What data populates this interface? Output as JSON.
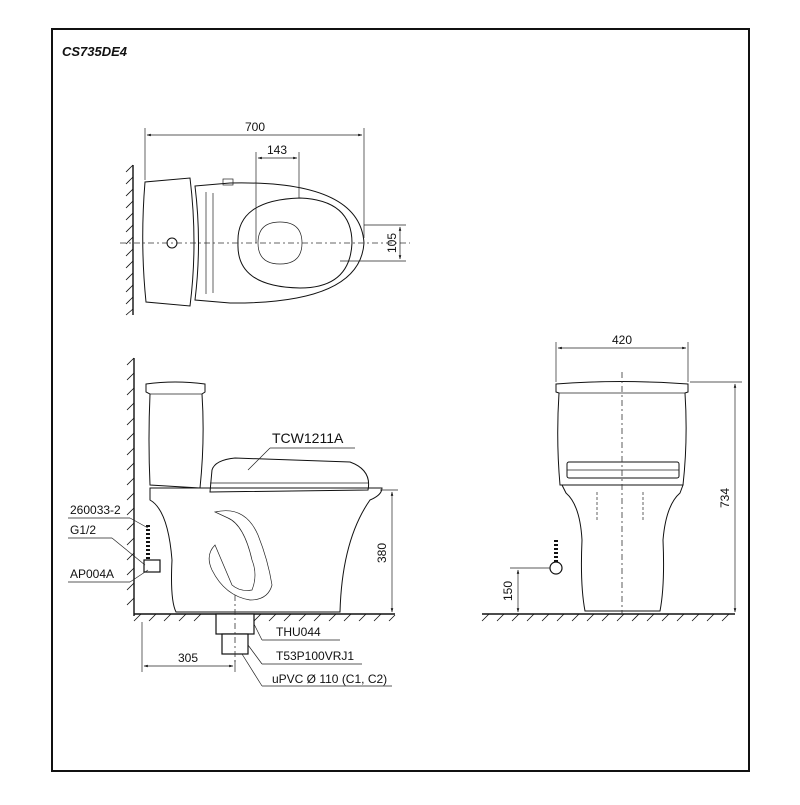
{
  "title": "CS735DE4",
  "top_view": {
    "width_dim": "700",
    "seat_dim": "143",
    "offset_dim": "105"
  },
  "side_view": {
    "seat_label": "TCW1211A",
    "valve_label": "260033-2",
    "thread_label": "G1/2",
    "angle_valve_label": "AP004A",
    "height_dim": "380",
    "wall_dim": "305",
    "flange_label": "THU044",
    "trap_label": "T53P100VRJ1",
    "pipe_label": "uPVC Ø 110 (C1, C2)"
  },
  "front_view": {
    "width_dim": "420",
    "height_dim": "734",
    "supply_dim": "150"
  }
}
